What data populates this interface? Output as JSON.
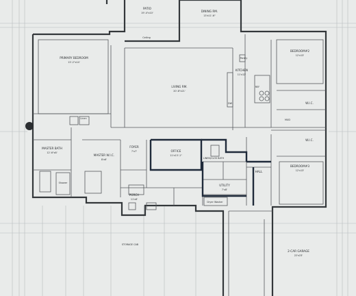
{
  "rooms": {
    "patio": {
      "name": "PATIO",
      "dim": "19'-4\"x10'"
    },
    "dining": {
      "name": "DINING RM.",
      "dim": "13'x11'-6\""
    },
    "primary": {
      "name": "PRIMARY BEDROOM",
      "dim": "13'-2\"x14'"
    },
    "living": {
      "name": "LIVING RM.",
      "dim": "20'-8\"x21'"
    },
    "kitchen": {
      "name": "KITCHEN",
      "dim": "11'x12'"
    },
    "bedroom2": {
      "name": "BEDROOM#2",
      "dim": "12'x13'"
    },
    "master_bath": {
      "name": "MASTER BATH",
      "dim": "12'-6\"x8'"
    },
    "master_wic": {
      "name": "MASTER W.I.C.",
      "dim": "8'x6'"
    },
    "foyer": {
      "name": "FOYER",
      "dim": "7'x7'"
    },
    "office": {
      "name": "OFFICE",
      "dim": "11'x13'-1\""
    },
    "linen_bath": {
      "name": "LINEN/CLOS BATH",
      "dim": ""
    },
    "utility": {
      "name": "UTILITY",
      "dim": "7'x8'"
    },
    "hall": {
      "name": "HALL",
      "dim": ""
    },
    "bedroom3": {
      "name": "BEDROOM#3",
      "dim": "12'x13'"
    },
    "porch": {
      "name": "PORCH",
      "dim": "11'x6'"
    },
    "wic1": {
      "name": "W.I.C.",
      "dim": ""
    },
    "wic2": {
      "name": "W.I.C.",
      "dim": ""
    },
    "garage": {
      "name": "2-CAR GARAGE",
      "dim": "22'x23'"
    },
    "dryer_washer": "Dryer Washer",
    "linen": "Linen",
    "shower": "Shower",
    "pantry": "Pantry",
    "mud": "MUD",
    "dw": "DW",
    "ref": "REF"
  },
  "annotations": {
    "storage": "STORAGE CAB",
    "ceiling": "Ceiling"
  },
  "colors": {
    "background": "#e9ebea",
    "walls": "#33373a",
    "accent_walls": "#1f2a3a",
    "gridlines": "#b8bcbd"
  }
}
